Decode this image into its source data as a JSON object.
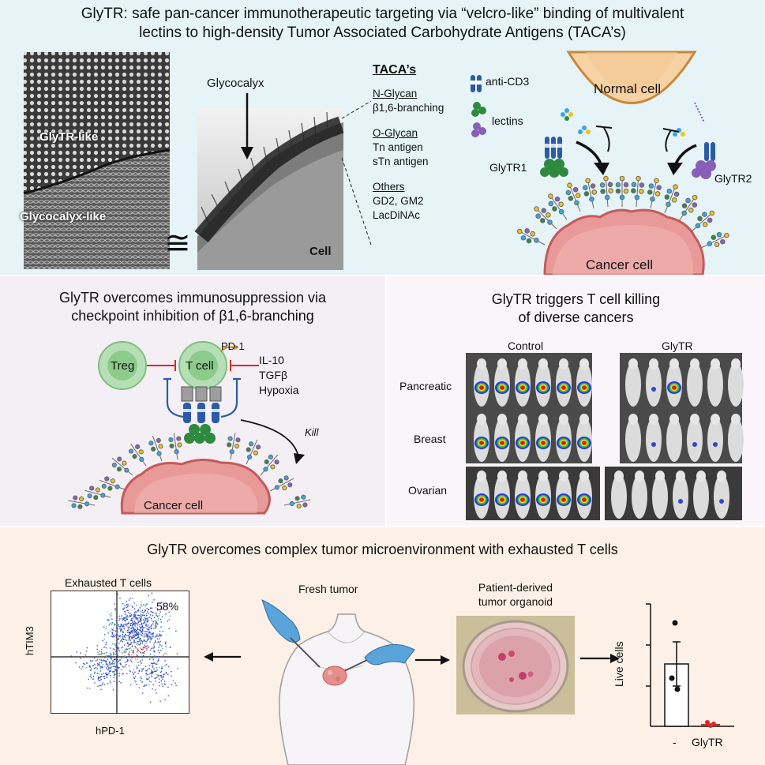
{
  "header": {
    "title_line1": "GlyTR: safe pan-cancer immunotherapeutic targeting via “velcro-like” binding of multivalent",
    "title_line2": "lectins to high-density Tumor Associated Carbohydrate Antigens (TACA’s)"
  },
  "top_panel": {
    "velcro_label_top": "GlyTR-like",
    "velcro_label_bottom": "Glycocalyx-like",
    "approx_symbol": "≅",
    "glycocalyx_label": "Glycocalyx",
    "cell_label": "Cell",
    "taca_heading": "TACA’s",
    "taca_groups": [
      {
        "name": "N-Glycan",
        "items": [
          "β1,6-branching"
        ]
      },
      {
        "name": "O-Glycan",
        "items": [
          "Tn antigen",
          "sTn antigen"
        ]
      },
      {
        "name": "Others",
        "items": [
          "GD2, GM2",
          "LacDiNAc"
        ]
      }
    ],
    "legend_anti_cd3": "anti-CD3",
    "legend_lectins": "lectins",
    "normal_cell_label": "Normal cell",
    "glytr1_label": "GlyTR1",
    "glytr2_label": "GlyTR2",
    "cancer_cell_label": "Cancer cell"
  },
  "middle_left": {
    "title_line1": "GlyTR overcomes immunosuppression via",
    "title_line2": "checkpoint inhibition of β1,6-branching",
    "treg_label": "Treg",
    "tcell_label": "T cell",
    "pd1_label": "PD-1",
    "suppressors": [
      "IL-10",
      "TGFβ",
      "Hypoxia"
    ],
    "kill_label": "Kill",
    "cancer_cell_label": "Cancer cell"
  },
  "middle_right": {
    "title_line1": "GlyTR triggers T cell killing",
    "title_line2": "of diverse cancers",
    "col_control": "Control",
    "col_glytr": "GlyTR",
    "rows": [
      "Pancreatic",
      "Breast",
      "Ovarian"
    ]
  },
  "bottom": {
    "title": "GlyTR overcomes complex tumor microenvironment with exhausted T cells",
    "flow_title": "Exhausted T cells",
    "flow_percent": "58%",
    "flow_xlabel": "hPD-1",
    "flow_ylabel": "hTIM3",
    "fresh_tumor_label": "Fresh tumor",
    "organoid_label_line1": "Patient-derived",
    "organoid_label_line2": "tumor organoid",
    "bar_ylabel": "Live cells",
    "bar_categories": [
      "-",
      "GlyTR"
    ]
  },
  "colors": {
    "top_bg": "#e6f3f7",
    "mid_left_bg": "#f3eff5",
    "mid_right_bg": "#faf5f8",
    "bottom_bg": "#fdf0e6",
    "normal_cell": "#f6d2a4",
    "cancer_cell": "#e89a98",
    "tcell_green": "#8ccb8c",
    "lectin_green": "#2f8a3f",
    "lectin_purple": "#8a5fb8",
    "cd3_blue": "#2b5ba8",
    "inhibit_red": "#d62a2a"
  }
}
